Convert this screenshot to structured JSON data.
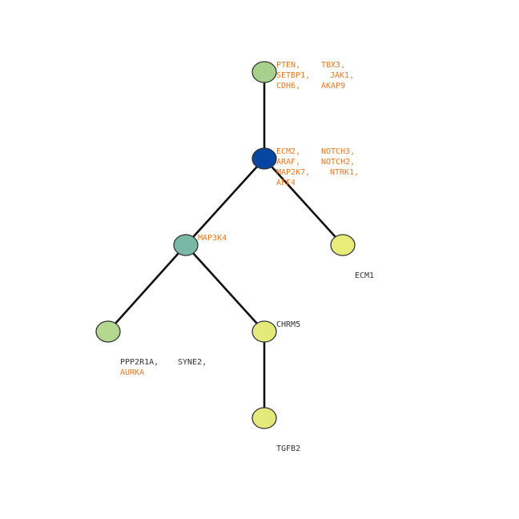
{
  "colors": {
    "highlight": "#e87722",
    "normal": "#333333",
    "edge": "#111111"
  },
  "nodes": {
    "root": {
      "color": "#a8d08d",
      "lines": [
        [
          "PTEN,",
          "TBX3,"
        ],
        [
          "SETBP1,",
          "JAK1,"
        ],
        [
          "CDH6,",
          "AKAP9"
        ]
      ]
    },
    "ecm2": {
      "color": "#0645a0",
      "lines": [
        [
          "ECM2,",
          "NOTCH3,"
        ],
        [
          "ARAF,",
          "NOTCH2,"
        ],
        [
          "MAP2K7,",
          "NTRK1,"
        ],
        [
          "AFF4"
        ]
      ]
    },
    "map3k4": {
      "color": "#78b8a4",
      "label": "MAP3K4"
    },
    "ecm1": {
      "color": "#e8ec78",
      "label": "ECM1"
    },
    "ppp2r1a": {
      "color": "#b4d890",
      "lines": [
        [
          "PPP2R1A,",
          "SYNE2,"
        ],
        [
          "AURKA"
        ]
      ]
    },
    "chrm5": {
      "color": "#e4ea7a",
      "label": "CHRM5"
    },
    "tgfb2": {
      "color": "#e4ea7a",
      "label": "TGFB2"
    }
  }
}
